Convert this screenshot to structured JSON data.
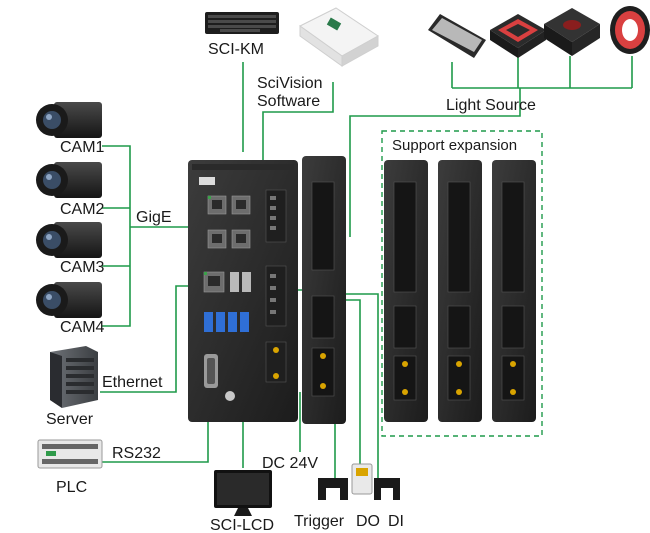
{
  "labels": {
    "sci_km": "SCI-KM",
    "scivision": "SciVision",
    "software": "Software",
    "light_source": "Light Source",
    "support_expansion": "Support expansion",
    "cam1": "CAM1",
    "cam2": "CAM2",
    "cam3": "CAM3",
    "cam4": "CAM4",
    "gige": "GigE",
    "ethernet": "Ethernet",
    "server": "Server",
    "rs232": "RS232",
    "plc": "PLC",
    "dc24v": "DC 24V",
    "sci_lcd": "SCI-LCD",
    "trigger": "Trigger",
    "do": "DO",
    "di": "DI"
  },
  "colors": {
    "line": "#1f9a4a",
    "device_dark": "#2a2a2a",
    "device_body": "#3a3a3a",
    "port_blue": "#2f6fd6",
    "light_red": "#d94040"
  }
}
